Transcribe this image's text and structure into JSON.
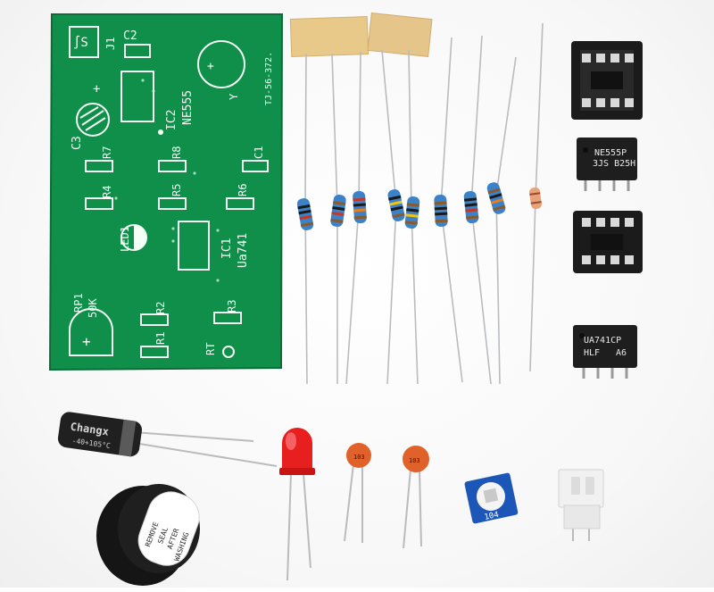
{
  "pcb": {
    "j1": "J1",
    "c2": "C2",
    "ic2": "IC2",
    "ne555": "NE555",
    "code": "TJ-56-372.",
    "y": "Y",
    "c3": "C3",
    "r7": "R7",
    "r8": "R8",
    "c1": "C1",
    "r4": "R4",
    "r5": "R5",
    "r6": "R6",
    "led1": "LED1",
    "ic1": "IC1",
    "ua741": "Ua741",
    "rp1": "RP1",
    "rp1_value": "50K",
    "r2": "R2",
    "r3": "R3",
    "r1": "R1",
    "rt": "RT",
    "plus": "+"
  },
  "chips": {
    "ne555_line1": "NE555P",
    "ne555_line2": "3JS B25H",
    "ua741_line1": "UA741CP",
    "ua741_line2": "HLF",
    "ua741_line3": "A6"
  },
  "electrolytic": {
    "brand": "Changx",
    "rating": "-40+105°C"
  },
  "ceramic": {
    "left_code": "103",
    "right_code": "103"
  },
  "trimmer": {
    "code": "104"
  },
  "buzzer": {
    "seal_line1": "REMOVE",
    "seal_line2": "SEAL",
    "seal_line3": "AFTER",
    "seal_line4": "WASHING"
  },
  "colors": {
    "pcb_green": "#0f8f4a",
    "resistor_blue": "#3b82c9",
    "led_red": "#e81f1f",
    "ceramic_orange": "#e0622a"
  }
}
